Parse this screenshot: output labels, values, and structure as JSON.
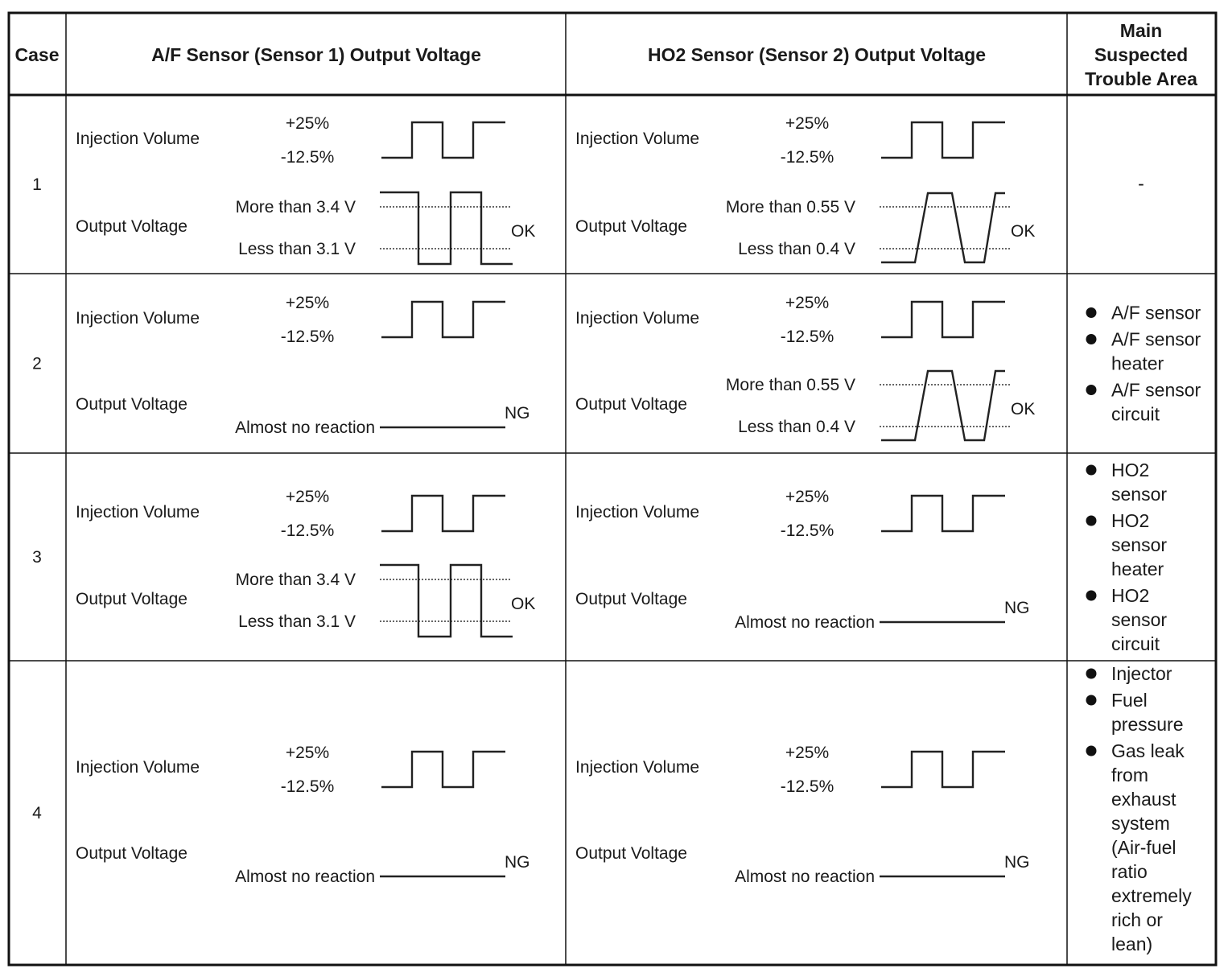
{
  "headers": {
    "case": "Case",
    "af": "A/F Sensor (Sensor 1) Output Voltage",
    "ho2": "HO2 Sensor (Sensor 2) Output Voltage",
    "trouble": [
      "Main",
      "Suspected",
      "Trouble Area"
    ]
  },
  "labels": {
    "injection_volume": "Injection Volume",
    "output_voltage": "Output Voltage",
    "plus": "+25%",
    "minus": "-12.5%",
    "af_more": "More than 3.4 V",
    "af_less": "Less than 3.1 V",
    "ho2_more": "More than 0.55 V",
    "ho2_less": "Less than 0.4 V",
    "no_reaction": "Almost no reaction",
    "ok": "OK",
    "ng": "NG"
  },
  "rows": [
    {
      "case": "1",
      "af": "ok",
      "ho2": "ok",
      "trouble_dash": "-",
      "trouble": []
    },
    {
      "case": "2",
      "af": "ng",
      "ho2": "ok",
      "trouble": [
        [
          "A/F sensor"
        ],
        [
          "A/F sensor",
          "heater"
        ],
        [
          "A/F sensor",
          "circuit"
        ]
      ]
    },
    {
      "case": "3",
      "af": "ok",
      "ho2": "ng",
      "trouble": [
        [
          "HO2",
          "sensor"
        ],
        [
          "HO2",
          "sensor",
          "heater"
        ],
        [
          "HO2",
          "sensor",
          "circuit"
        ]
      ]
    },
    {
      "case": "4",
      "af": "ng",
      "ho2": "ng",
      "trouble": [
        [
          "Injector"
        ],
        [
          "Fuel",
          "pressure"
        ],
        [
          "Gas leak",
          "from",
          "exhaust",
          "system",
          "(Air-fuel",
          "ratio",
          "extremely",
          "rich or",
          "lean)"
        ]
      ]
    }
  ]
}
